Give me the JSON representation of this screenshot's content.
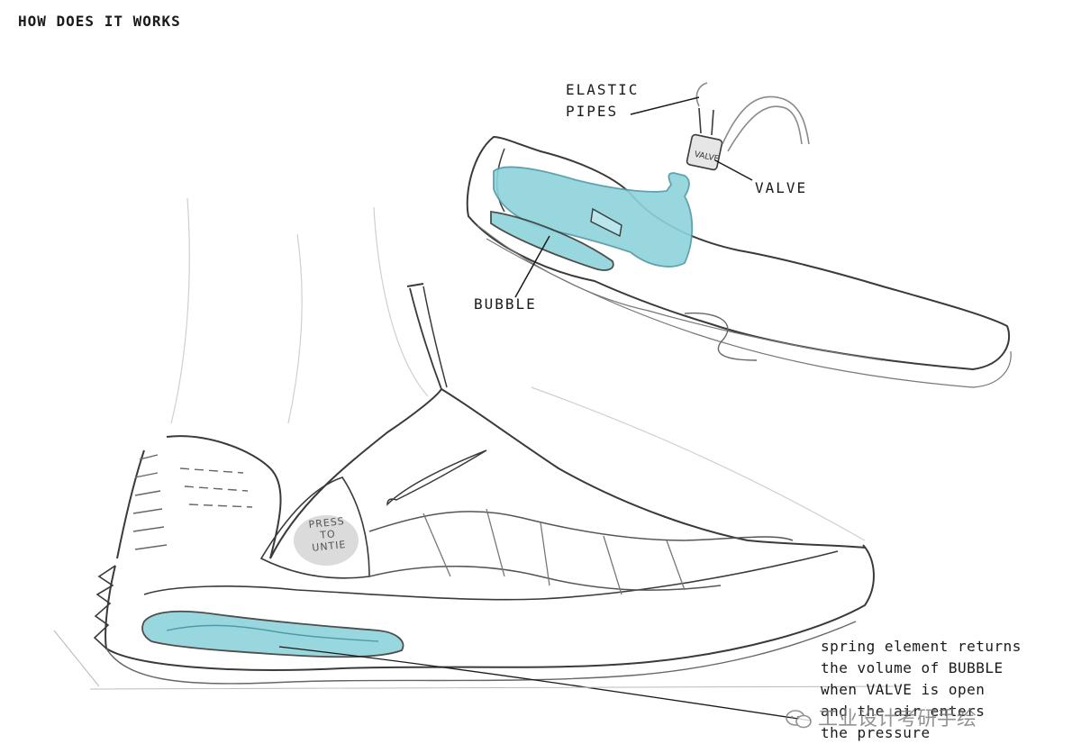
{
  "title": "HOW DOES IT WORKS",
  "labels": {
    "elastic_pipes_line1": "ELASTIC",
    "elastic_pipes_line2": "PIPES",
    "valve": "VALVE",
    "bubble": "BUBBLE",
    "valve_cap_text": "VALVE"
  },
  "press_to_untie": [
    "PRESS",
    "TO",
    "UNTIE"
  ],
  "note_lines": [
    "spring element returns",
    "the volume of BUBBLE",
    "when VALVE is open",
    "and the air enters",
    "the pressure"
  ],
  "watermark": "工业设计考研手绘",
  "colors": {
    "ink": "#3a3a3a",
    "pencil": "#9a9a9a",
    "bubble_fill": "#8fd3dc",
    "bubble_stroke": "#4f9aa6"
  },
  "icons": {
    "watermark_icon": "wechat-icon"
  }
}
